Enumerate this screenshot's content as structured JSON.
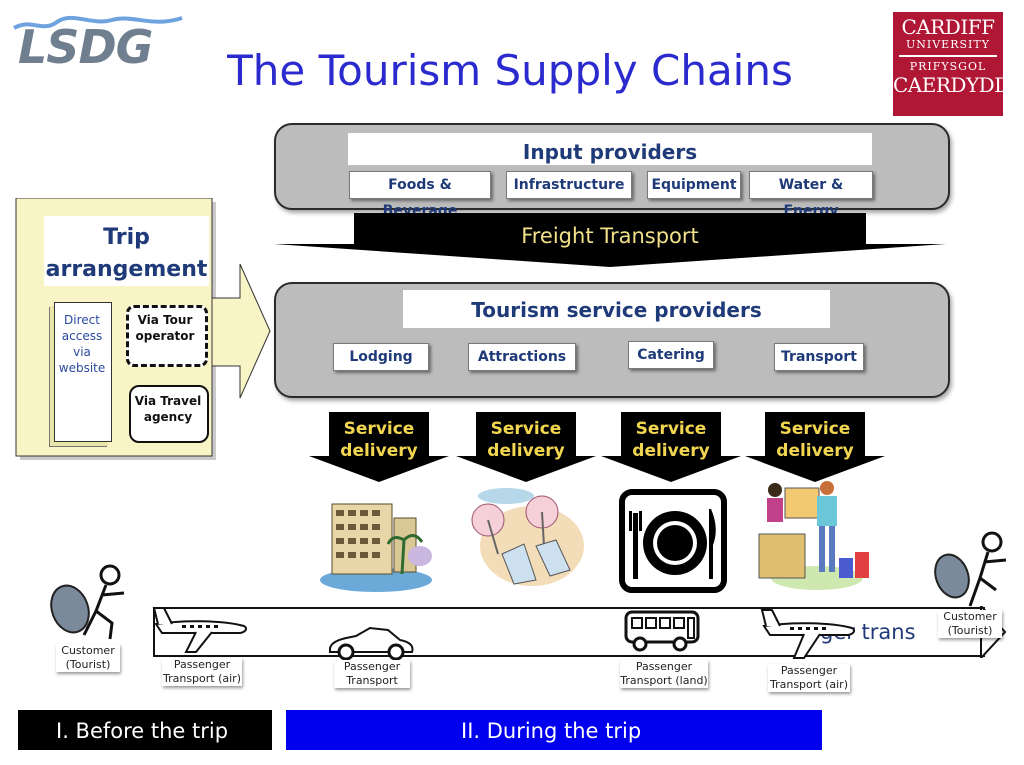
{
  "logo_left": {
    "text": "LSDG"
  },
  "logo_right": {
    "line1": "CARDIFF",
    "line2": "UNIVERSITY",
    "line3": "PRIFYSGOL",
    "line4": "CAERDYDD"
  },
  "title": "The Tourism Supply Chains",
  "input_providers": {
    "heading": "Input providers",
    "items": [
      "Foods & Beverage",
      "Infrastructure",
      "Equipment",
      "Water & Energy"
    ]
  },
  "freight": "Freight Transport",
  "tourism_service_providers": {
    "heading": "Tourism service providers",
    "items": [
      "Lodging",
      "Attractions",
      "Catering",
      "Transport"
    ]
  },
  "service_delivery": [
    "Service delivery",
    "Service delivery",
    "Service delivery",
    "Service delivery"
  ],
  "trip_arrangement": {
    "title": "Trip arrangement",
    "direct": "Direct access via website",
    "tour_operator": "Via Tour operator",
    "travel_agency": "Via Travel agency"
  },
  "passenger_band_text": "ger trans",
  "captions": {
    "customer_left": "Customer (Tourist)",
    "customer_right": "Customer (Tourist)",
    "air1": "Passenger Transport (air)",
    "car": "Passenger Transport",
    "land": "Passenger Transport (land)",
    "air2": "Passenger Transport (air)"
  },
  "phases": {
    "before": "I. Before the trip",
    "during": "II. During the trip"
  },
  "colors": {
    "title": "#2a2acf",
    "cardiff": "#b01735",
    "during_bar": "#0000ee",
    "delivery_text": "#f2d650"
  },
  "icons": [
    "hotel-icon",
    "beach-icon",
    "plate-icon",
    "shopping-icon",
    "airplane-icon",
    "car-icon",
    "bus-icon",
    "tourist-icon"
  ]
}
